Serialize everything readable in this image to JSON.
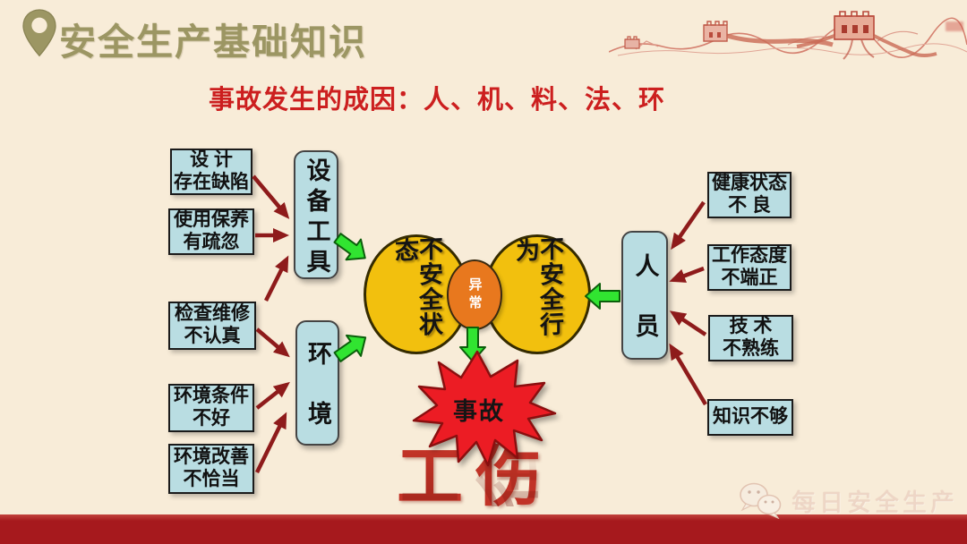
{
  "header": {
    "title": "安全生产基础知识",
    "pin_icon": "location-pin-icon",
    "title_color": "#9c9663"
  },
  "subtitle": {
    "text": "事故发生的成因：人、机、料、法、环",
    "color": "#cc1f1f"
  },
  "diagram": {
    "left_causes": [
      "设 计\n存在缺陷",
      "使用保养\n有疏忽",
      "检查维修\n不认真",
      "环境条件\n不好",
      "环境改善\n不恰当"
    ],
    "right_causes": [
      "健康状态\n不 良",
      "工作态度\n不端正",
      "技 术\n不熟练",
      "知识不够"
    ],
    "groups": {
      "equipment": "设备工具",
      "environment": "环境",
      "personnel": "人员"
    },
    "circles": {
      "left": "不安全状态",
      "right": "不安全行为",
      "center": "异常"
    },
    "accident": "事故",
    "colors": {
      "background": "#f8ecd8",
      "cause_box_fill": "#b9dde2",
      "circle_fill": "#f2c00e",
      "center_ellipse_fill": "#e8781e",
      "cause_arrow_red": "#8e1b1b",
      "flow_arrow_green": "#31e431",
      "star_red": "#ec1c24",
      "bottom_bar_red": "#a6191d"
    }
  },
  "watermark": "工伤",
  "footer": {
    "logo_icon": "wechat-speech-bubbles-icon",
    "logo_text": "每日安全生产"
  },
  "decor": {
    "top_right_art": "great-wall-line-drawing"
  }
}
